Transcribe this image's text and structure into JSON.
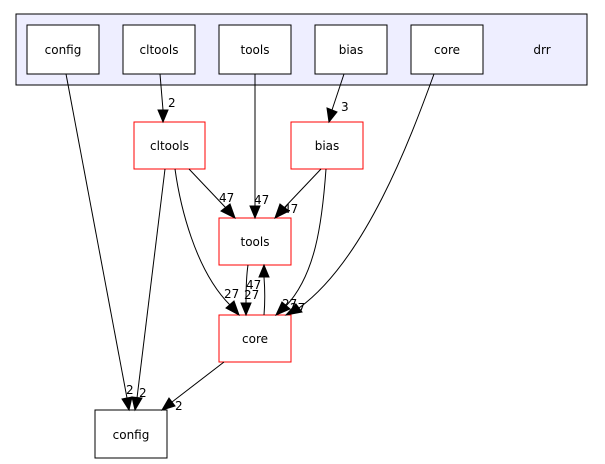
{
  "graph": {
    "cluster": {
      "label": "drr",
      "fill": "#eeeeff",
      "stroke": "#000000"
    },
    "nodes": {
      "config_inner": {
        "label": "config"
      },
      "cltools_inner": {
        "label": "cltools"
      },
      "tools_inner": {
        "label": "tools"
      },
      "bias_inner": {
        "label": "bias"
      },
      "core_inner": {
        "label": "core"
      },
      "cltools": {
        "label": "cltools"
      },
      "bias": {
        "label": "bias"
      },
      "tools": {
        "label": "tools"
      },
      "core": {
        "label": "core"
      },
      "config": {
        "label": "config"
      }
    },
    "edges": {
      "cltools_inner_to_cltools": {
        "label": "2"
      },
      "bias_inner_to_bias": {
        "label": "3"
      },
      "cltools_to_tools": {
        "label": "47"
      },
      "tools_inner_to_tools": {
        "label": "47"
      },
      "bias_to_tools": {
        "label": "47"
      },
      "cltools_to_core": {
        "label": "27"
      },
      "tools_to_core": {
        "label": "27"
      },
      "core_to_tools": {
        "label": "47"
      },
      "bias_to_core": {
        "label": "27"
      },
      "core_inner_to_core": {
        "label": "27"
      },
      "config_inner_to_config": {
        "label": "2"
      },
      "cltools_to_config": {
        "label": "2"
      },
      "core_to_config": {
        "label": "2"
      }
    },
    "colors": {
      "dir_border": "#ff0000",
      "plain_border": "#000000",
      "edge": "#000000"
    }
  }
}
